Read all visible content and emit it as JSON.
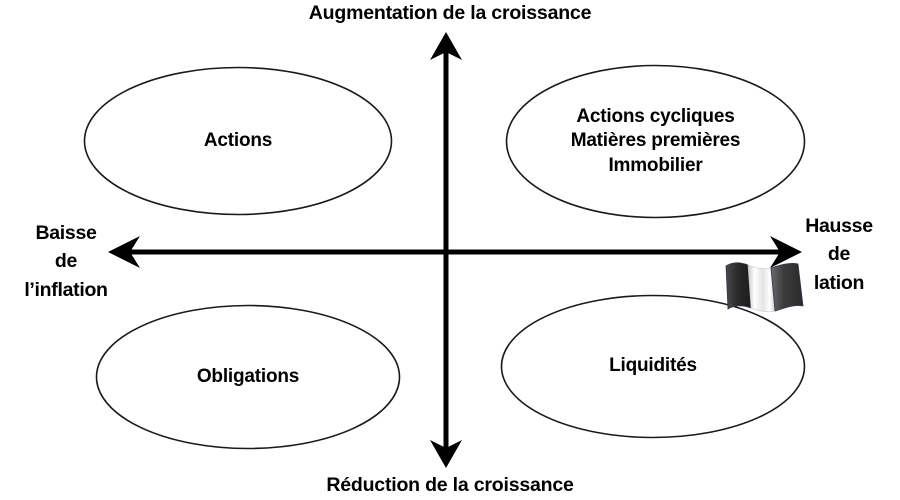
{
  "diagram": {
    "title_top": "Augmentation de la croissance",
    "title_bottom": "Réduction de la croissance",
    "axis_left": {
      "line1": "Baisse",
      "line2": "de",
      "line3": "l’inflation"
    },
    "axis_right": {
      "line1": "Hausse",
      "line2": "de",
      "line3": "lation"
    },
    "quadrants": [
      {
        "id": "top-left",
        "label": "Actions"
      },
      {
        "id": "top-right",
        "label": "Actions cycliques\nMatières premières\nImmobilier"
      },
      {
        "id": "bottom-left",
        "label": "Obligations"
      },
      {
        "id": "bottom-right",
        "label": "Liquidités"
      }
    ],
    "icons": {
      "flag": "waving-flag-grayscale"
    },
    "colors": {
      "background": "#ffffff",
      "text": "#000000",
      "axis": "#000000",
      "ellipse_stroke": "#1a1a1a",
      "flag_dark": "#3a3a3a",
      "flag_light": "#f2f2f2"
    }
  }
}
